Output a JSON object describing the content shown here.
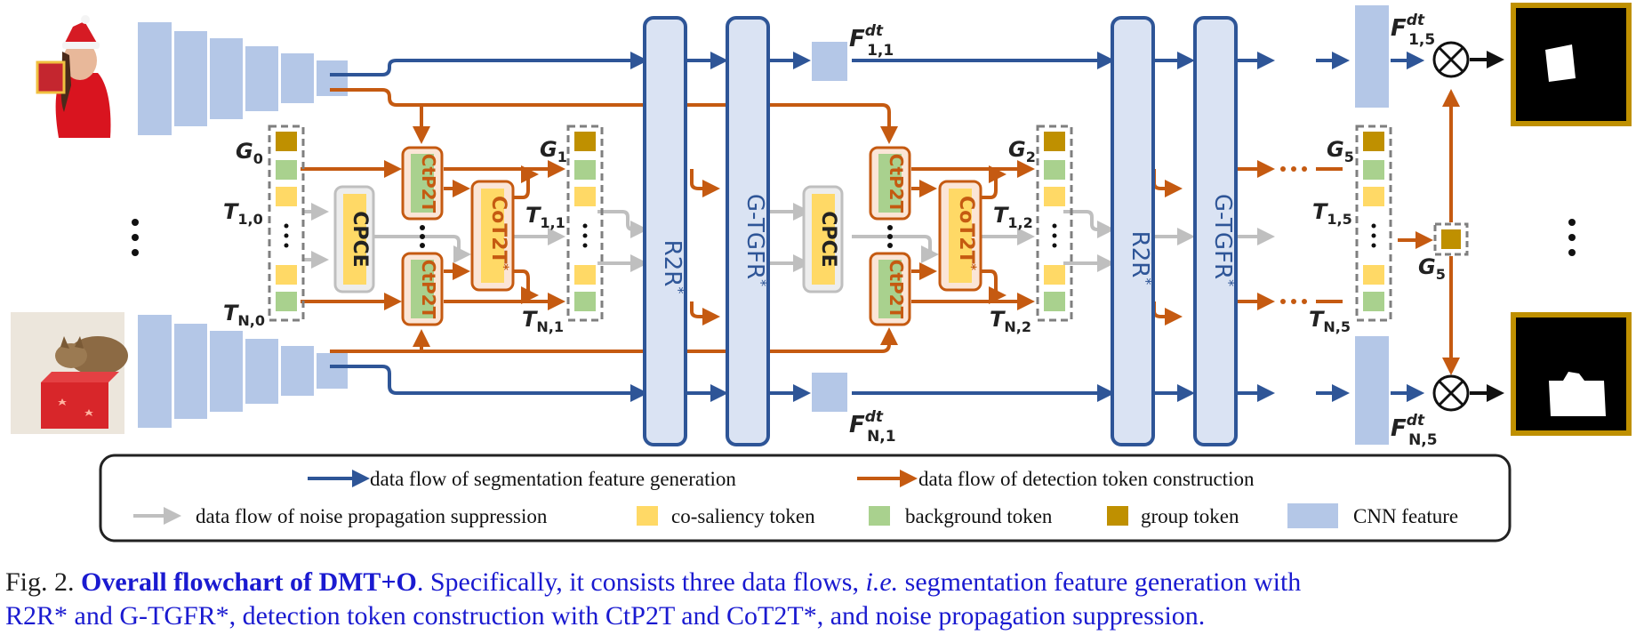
{
  "modules": {
    "r2r": "R2R",
    "gtgfr": "G-TGFR",
    "star": "*",
    "ctp2t": "CtP2T",
    "cot2t": "CoT2T",
    "cpce": "CPCE"
  },
  "labels": {
    "f11": "F",
    "f11_sup": "dt",
    "f11_sub": "1,1",
    "fn1": "F",
    "fn1_sup": "dt",
    "fn1_sub": "N,1",
    "f15": "F",
    "f15_sup": "dt",
    "f15_sub": "1,5",
    "fn5": "F",
    "fn5_sup": "dt",
    "fn5_sub": "N,5",
    "g0": "G",
    "g0_sub": "0",
    "g1": "G",
    "g1_sub": "1",
    "g2": "G",
    "g2_sub": "2",
    "g5": "G",
    "g5_sub": "5",
    "g5b": "G",
    "g5b_sub": "5",
    "t10": "T",
    "t10_sub": "1,0",
    "tn0": "T",
    "tn0_sub": "N,0",
    "t11": "T",
    "t11_sub": "1,1",
    "tn1": "T",
    "tn1_sub": "N,1",
    "t12": "T",
    "t12_sub": "1,2",
    "tn2": "T",
    "tn2_sub": "N,2",
    "t15": "T",
    "t15_sub": "1,5",
    "tn5": "T",
    "tn5_sub": "N,5"
  },
  "legend": {
    "seg_flow": "data flow of segmentation feature generation",
    "det_flow": "data flow of detection token construction",
    "noise_flow": "data flow of  noise propagation suppression",
    "cosal_token": "co-saliency token",
    "bg_token": "background token",
    "group_token": "group token",
    "cnn_feature": "CNN feature"
  },
  "caption": {
    "lead": "Fig. 2.",
    "title": "Overall flowchart of DMT+O",
    "line1_rest": ". Specifically, it consists three data flows, ",
    "ie": "i.e.",
    "line1_end": " segmentation feature generation with",
    "line2": "R2R* and G-TGFR*, detection token construction with CtP2T and CoT2T*, and noise propagation suppression."
  },
  "colors": {
    "blue_arrow": "#2e5597",
    "orange_arrow": "#c55a11",
    "gray_arrow": "#bfbfbf",
    "cnn": "#b4c7e7",
    "module_fill": "#dae3f3",
    "cosal": "#ffd966",
    "background": "#a9d18e",
    "group": "#bf9000",
    "caption_blue": "#1a1ad0"
  },
  "icons": [
    "multiply-circle-icon",
    "santa-girl-photo",
    "cat-gift-photo",
    "mask-output-1",
    "mask-output-2"
  ]
}
